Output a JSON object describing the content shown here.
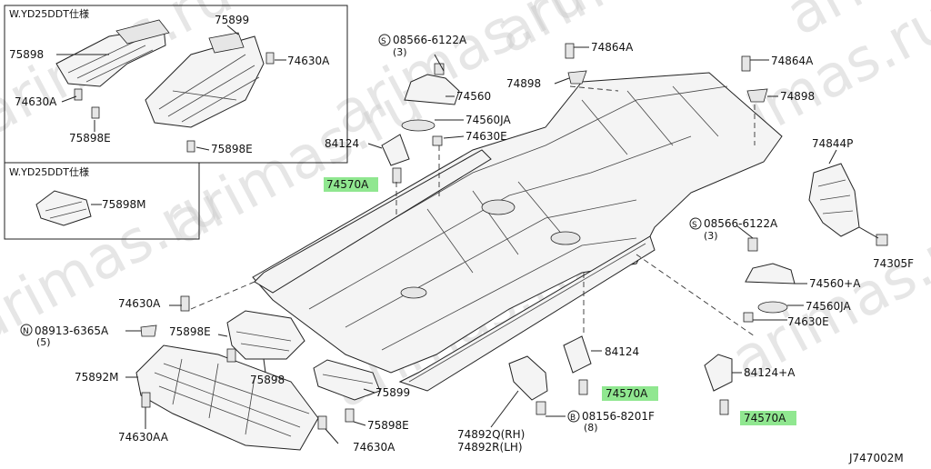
{
  "watermark": "arimas.ru",
  "diagram_code": "J747002M",
  "box_labels": {
    "top": "W.YD25DDT仕様",
    "bottom": "W.YD25DDT仕様"
  },
  "labels": {
    "p75899_a": "75899",
    "p75898_a": "75898",
    "p74630A_a": "74630A",
    "p74630A_b": "74630A",
    "p75898E_a": "75898E",
    "p75898E_b": "75898E",
    "p75898M": "75898M",
    "p08566_a": "08566-6122A",
    "p08566_a_qty": "(3)",
    "p74560": "74560",
    "p74560JA_a": "74560JA",
    "p74630E_a": "74630E",
    "p84124_a": "84124",
    "p74570A_a": "74570A",
    "p74864A_a": "74864A",
    "p74898_a": "74898",
    "p74864A_b": "74864A",
    "p74898_b": "74898",
    "p74844P": "74844P",
    "p08566_b": "08566-6122A",
    "p08566_b_qty": "(3)",
    "p74305F": "74305F",
    "p74560A": "74560+A",
    "p74560JA_b": "74560JA",
    "p74630E_b": "74630E",
    "p74630A_c": "74630A",
    "p08913": "08913-6365A",
    "p08913_qty": "(5)",
    "p75898E_c": "75898E",
    "p75898_b": "75898",
    "p75892M": "75892M",
    "p74630AA": "74630AA",
    "p75899_b": "75899",
    "p75898E_d": "75898E",
    "p74630A_d": "74630A",
    "p84124_b": "84124",
    "p74570A_b": "74570A",
    "p08156": "08156-8201F",
    "p08156_qty": "(8)",
    "p84124A": "84124+A",
    "p74570A_c": "74570A",
    "p74892Q": "74892Q(RH)",
    "p74892R": "74892R(LH)"
  },
  "symbols": {
    "s_circle": "S",
    "n_circle": "N",
    "b_circle": "B"
  }
}
